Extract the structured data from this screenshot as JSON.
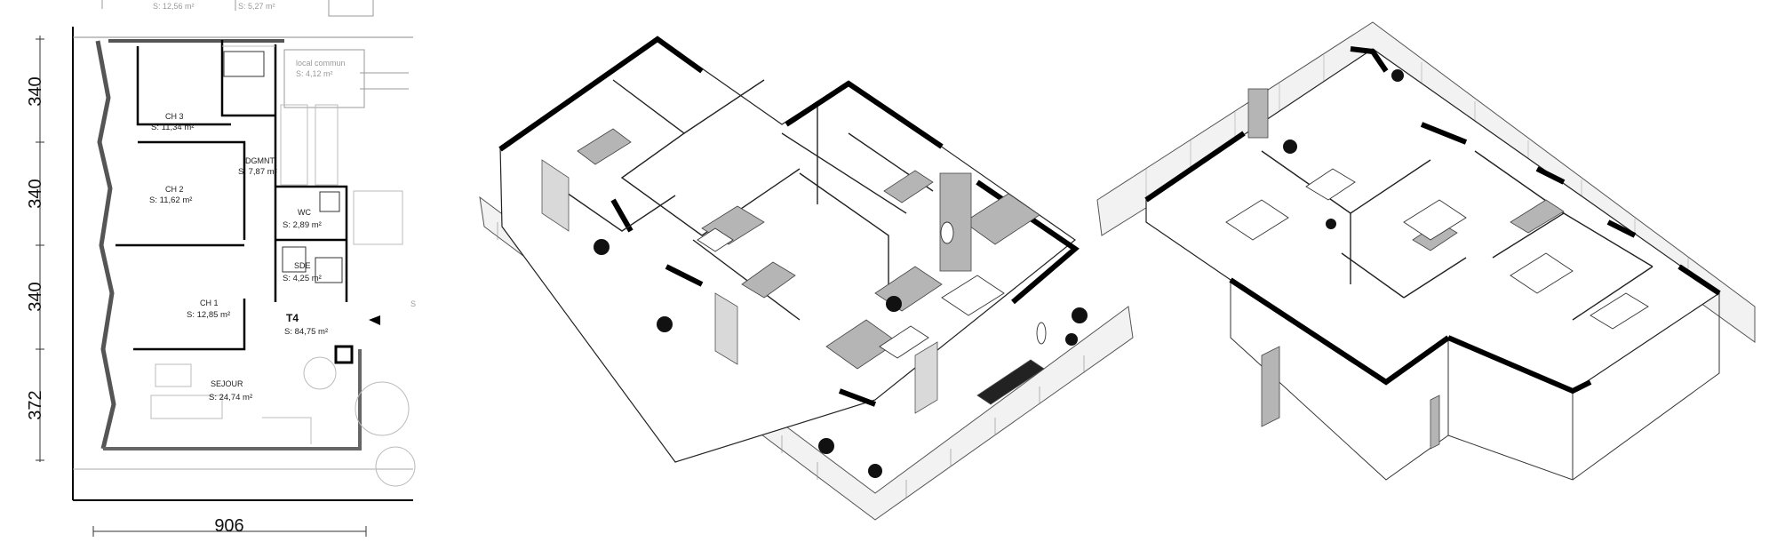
{
  "plan": {
    "dimensions": {
      "rows": [
        "340",
        "340",
        "340",
        "372"
      ],
      "width": "906"
    },
    "unit": {
      "name": "T4",
      "area": "S: 84,75 m²"
    },
    "rooms": [
      {
        "id": "top-left",
        "name": "",
        "area": "S: 12,56 m²"
      },
      {
        "id": "top-mid",
        "name": "",
        "area": "S: 5,27 m²"
      },
      {
        "id": "local",
        "name": "local commun",
        "area": "S: 4,12 m²"
      },
      {
        "id": "ch3",
        "name": "CH 3",
        "area": "S: 11,34 m²"
      },
      {
        "id": "dgmnt",
        "name": "DGMNT",
        "area": "S: 7,87 m²"
      },
      {
        "id": "ch2",
        "name": "CH 2",
        "area": "S: 11,62 m²"
      },
      {
        "id": "wc",
        "name": "WC",
        "area": "S: 2,89 m²"
      },
      {
        "id": "sde",
        "name": "SDE",
        "area": "S: 4,25 m²"
      },
      {
        "id": "ch1",
        "name": "CH 1",
        "area": "S: 12,85 m²"
      },
      {
        "id": "sejour",
        "name": "SEJOUR",
        "area": "S: 24,74 m²"
      }
    ],
    "edge_letter": "S"
  },
  "colors": {
    "wall": "#000000",
    "floor_grey": "#b5b5b5",
    "light_grey": "#d9d9d9",
    "line": "#333333"
  }
}
